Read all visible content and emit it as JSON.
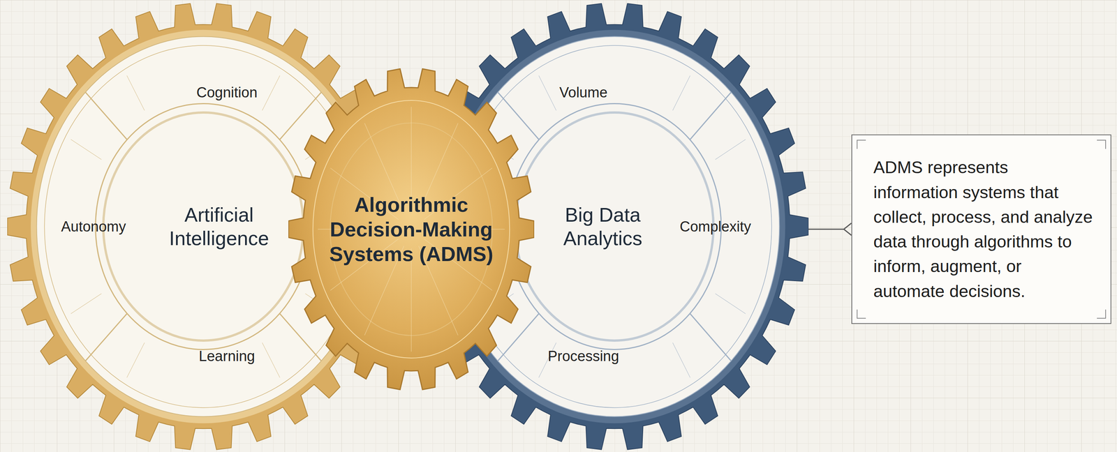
{
  "diagram": {
    "nodes": [
      {
        "text": [
          "Artificial Intelligence"
        ]
      },
      {
        "text": [
          "Cognition"
        ],
        "in": 0
      },
      {
        "text": [
          "Autonomy"
        ],
        "in": 0
      },
      {
        "text": [
          "Learning"
        ],
        "in": 0
      },
      {
        "text": [
          "Algorithmic Decision-Making Systems (ADMS)"
        ]
      },
      {
        "text": [
          "Big Data Analytics"
        ]
      },
      {
        "text": [
          "Volume"
        ],
        "in": 5
      },
      {
        "text": [
          "Complexity"
        ],
        "in": 5
      },
      {
        "text": [
          "Processing"
        ],
        "in": 5
      },
      {
        "text": [
          "ADMS represents information systems that collect, process, and analyze data through algorithms to inform, augment, or automate decisions."
        ]
      }
    ],
    "edges": [
      {
        "from": 5,
        "to": 9,
        "arrow": "none"
      }
    ]
  }
}
